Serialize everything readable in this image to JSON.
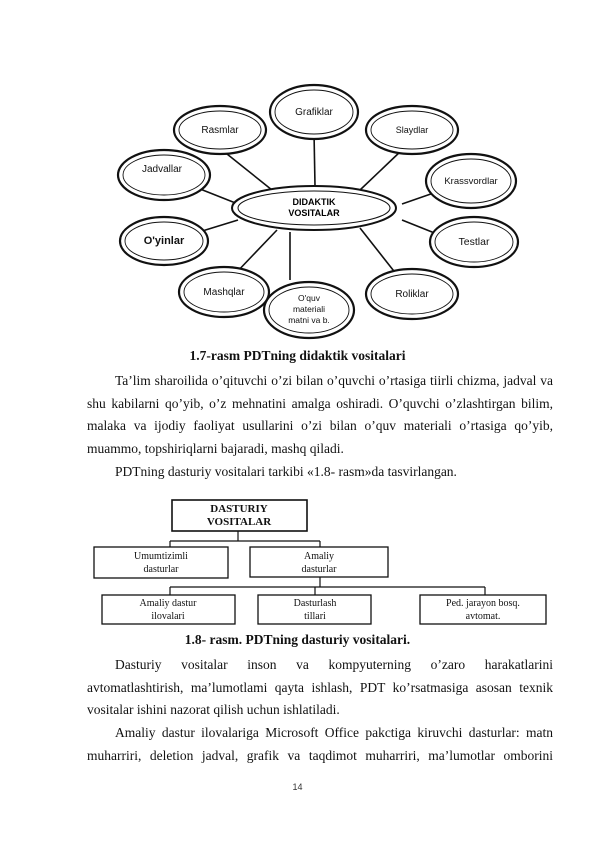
{
  "figure1": {
    "center": [
      "DIDAKTIK",
      "VOSITALAR"
    ],
    "nodes": {
      "grafiklar": [
        "Grafiklar"
      ],
      "rasmlar": [
        "Rasmlar"
      ],
      "slaydlar": [
        "Slaydlar"
      ],
      "jadvallar": [
        "Jadvallar"
      ],
      "krossvordlar": [
        "Krassvordlar"
      ],
      "oyinlar": [
        "O'yinlar"
      ],
      "testlar": [
        "Testlar"
      ],
      "mashqlar": [
        "Mashqlar"
      ],
      "roliklar": [
        "Roliklar"
      ],
      "oquv": [
        "O'quv",
        "materiali",
        "matni va b."
      ]
    },
    "caption": "1.7-rasm PDTning didaktik vositalari"
  },
  "para1": "Ta’lim sharoilida o’qituvchi o’zi bilan o’quvchi o’rtasiga tiirli chizma, jadval va shu kabilarni qo’yib, o’z mehnatini amalga oshiradi. O’quvchi o’zlashtirgan bilim, malaka va ijodiy faoliyat usullarini o’zi bilan o’quv materiali o’rtasiga qo’yib, muammo, topshiriqlarni bajaradi, mashq qiladi.",
  "para2": "PDTning dasturiy vositalari tarkibi «1.8- rasm»da tasvirlangan.",
  "figure2": {
    "top": [
      "DASTURIY",
      "VOSITALAR"
    ],
    "mid_left": [
      "Umumtizimli",
      "dasturlar"
    ],
    "mid_right": [
      "Amaliy",
      "dasturlar"
    ],
    "bot_left": [
      "Amaliy dastur",
      "ilovalari"
    ],
    "bot_mid": [
      "Dasturlash",
      "tillari"
    ],
    "bot_right": [
      "Ped. jarayon bosq.",
      "avtomat."
    ],
    "caption": "1.8- rasm. PDTning dasturiy vositalari."
  },
  "para3": "Dasturiy vositalar inson va kompyuterning o’zaro harakatlarini avtomatlashtirish, ma’lumotlami qayta ishlash, PDT ko’rsatmasiga asosan texnik vositalar ishini nazorat qilish uchun ishlatiladi.",
  "para4": "Amaliy dastur ilovalariga Microsoft Office pakctiga kiruvchi dasturlar: matn muharriri, deletion jadval, grafik va taqdimot muharriri, ma’lumotlar omborini",
  "page_number": "14"
}
